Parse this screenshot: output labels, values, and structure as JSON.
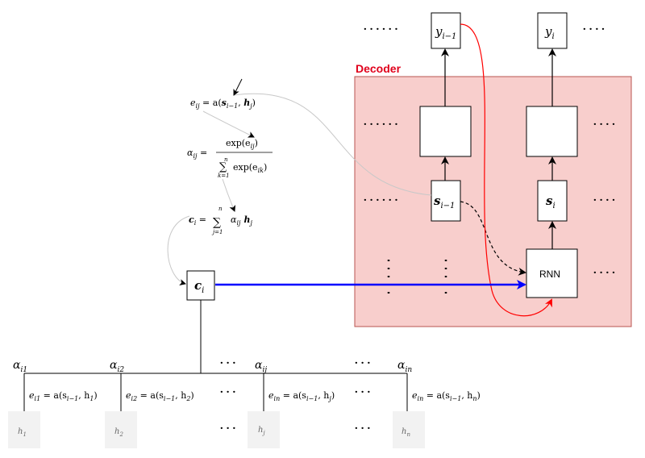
{
  "decoder": {
    "title": "Decoder",
    "rnn_label": "RNN",
    "y_prev": "y",
    "y_prev_sub": "i−1",
    "y_cur": "y",
    "y_cur_sub": "i",
    "s_prev": "s",
    "s_prev_sub": "i−1",
    "s_cur": "s",
    "s_cur_sub": "i"
  },
  "context": {
    "label": "c",
    "sub": "i"
  },
  "formulas": {
    "energy": "e_ij = a(s_{i−1}, h_j)",
    "energy_lhs": "e",
    "energy_lhs_sub": "ij",
    "energy_rhs": " = a(",
    "energy_s": "s",
    "energy_s_sub": "i−1",
    "energy_comma": ", ",
    "energy_h": "h",
    "energy_h_sub": "j",
    "energy_close": ")",
    "alpha_lhs": "α",
    "alpha_lhs_sub": "ij",
    "alpha_eq": " = ",
    "alpha_num": "exp(e",
    "alpha_num_sub": "ij",
    "alpha_num_close": ")",
    "alpha_sum_top": "n",
    "alpha_sum_bot": "k=1",
    "alpha_den": "exp(e",
    "alpha_den_sub": "ik",
    "alpha_den_close": ")",
    "c_lhs": "c",
    "c_lhs_sub": "i",
    "c_eq": " = ",
    "c_sum_top": "n",
    "c_sum_bot": "j=1",
    "c_alpha": "α",
    "c_alpha_sub": "ij",
    "c_h": "h",
    "c_h_sub": "j",
    "sigma": "∑"
  },
  "ellipsis_h": "······",
  "ellipsis_short": "····",
  "ellipsis_mid": "···",
  "alphas": [
    {
      "sym": "α",
      "sub": "i1"
    },
    {
      "sym": "α",
      "sub": "i2"
    },
    {
      "sym": "α",
      "sub": "ij"
    },
    {
      "sym": "α",
      "sub": "in"
    }
  ],
  "energies": [
    {
      "lhs": "e",
      "lhs_sub": "i1",
      "rhs": " = a(s",
      "s_sub": "i−1",
      "h": ", h",
      "h_sub": "1",
      "close": ")"
    },
    {
      "lhs": "e",
      "lhs_sub": "i2",
      "rhs": " = a(s",
      "s_sub": "i−1",
      "h": ", h",
      "h_sub": "2",
      "close": ")"
    },
    {
      "lhs": "e",
      "lhs_sub": "in",
      "rhs": " = a(s",
      "s_sub": "i−1",
      "h": ", h",
      "h_sub": "j",
      "close": ")"
    },
    {
      "lhs": "e",
      "lhs_sub": "in",
      "rhs": " = a(s",
      "s_sub": "i−1",
      "h": ", h",
      "h_sub": "n",
      "close": ")"
    }
  ],
  "hidden": [
    {
      "sym": "h",
      "sub": "1"
    },
    {
      "sym": "h",
      "sub": "2"
    },
    {
      "sym": "h",
      "sub": "j"
    },
    {
      "sym": "h",
      "sub": "n"
    }
  ],
  "colors": {
    "decoder_fill": "#f8cecc",
    "decoder_stroke": "#b85450",
    "decoder_title": "#e0001b",
    "context_arrow": "#0000ff",
    "feedback_arrow": "#ff0000",
    "attention_curve": "#c8c8c8"
  }
}
